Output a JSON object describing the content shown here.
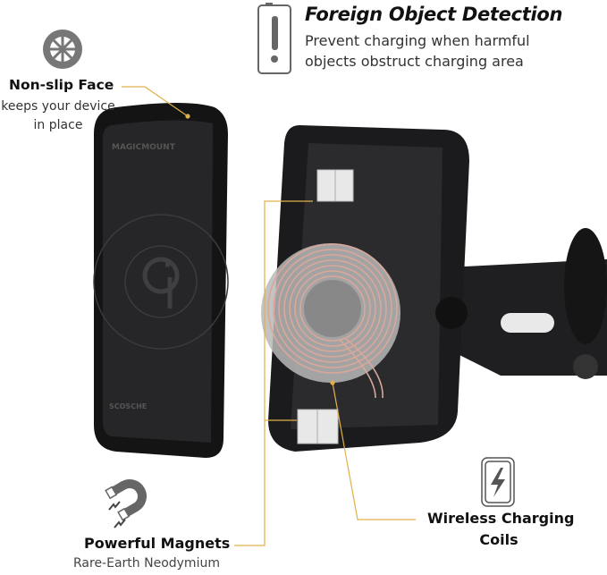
{
  "features": {
    "foreign_object": {
      "title": "Foreign Object Detection",
      "line1": "Prevent charging when harmful",
      "line2": "objects obstruct charging area",
      "icon": "battery-alert-icon"
    },
    "non_slip": {
      "title": "Non-slip Face",
      "subtitle": "keeps your device in place",
      "icon": "tire-icon"
    },
    "magnets": {
      "title": "Powerful Magnets",
      "subtitle": "Rare-Earth Neodymium",
      "icon": "magnet-icon"
    },
    "coils": {
      "title": "Wireless Charging",
      "title2": "Coils",
      "icon": "lightning-charge-icon"
    }
  },
  "product": {
    "brand_plate": "MAGICMOUNT",
    "brand_logo": "SCOSCHE"
  },
  "colors": {
    "callout": "#e0b04a",
    "device": "#1c1c1e",
    "coil": "#d9a89a"
  }
}
